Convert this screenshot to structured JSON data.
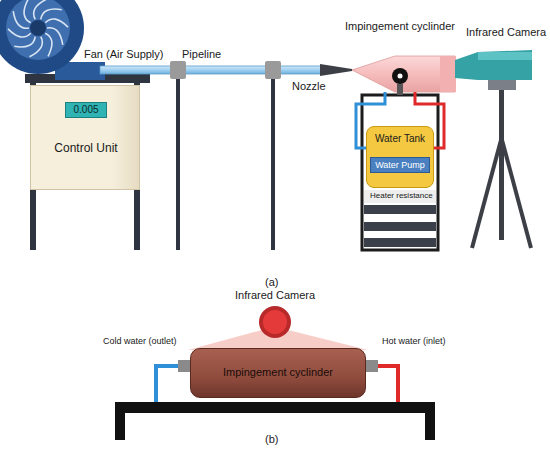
{
  "diagram": {
    "nodes": [
      {
        "text": [
          "Control Unit"
        ]
      },
      {
        "text": [
          "0.005"
        ],
        "in": 0
      },
      {
        "text": [
          "Impingement cyclinder"
        ]
      },
      {
        "text": [
          "Water Tank"
        ]
      },
      {
        "text": [
          "Water Pump"
        ],
        "in": 3
      },
      {
        "text": [
          "Impingement cyclinder"
        ]
      }
    ],
    "edges": [
      {
        "from": 3,
        "to": 2,
        "arrow": "none"
      },
      {
        "from": 2,
        "to": 3,
        "arrow": "none"
      }
    ],
    "labels": [
      "Fan (Air Supply)",
      "Pipeline",
      "Nozzle",
      "Infrared Camera",
      "Heater resistance",
      "(a)",
      "Infrared Camera",
      "Cold water (outlet)",
      "Hot water (inlet)",
      "(b)"
    ]
  }
}
